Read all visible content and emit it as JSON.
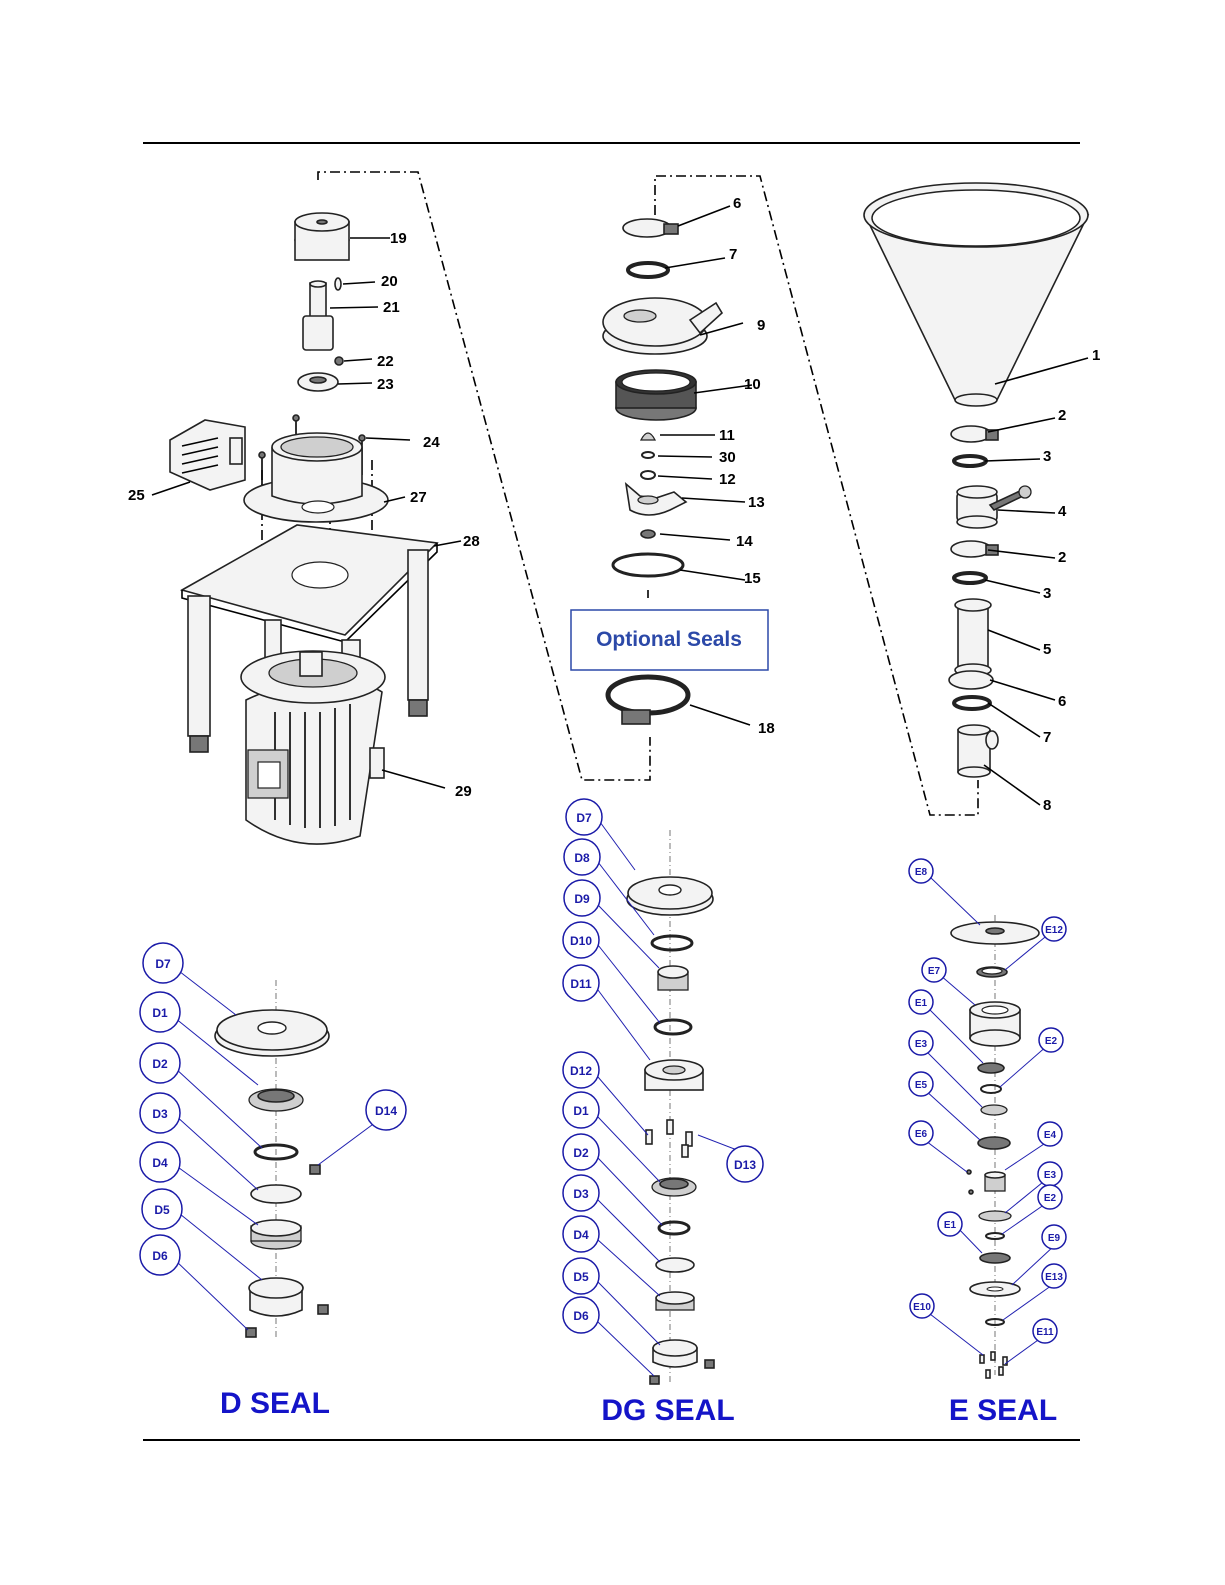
{
  "callout": {
    "optional_seals": "Optional Seals"
  },
  "sections": {
    "d_seal": "D SEAL",
    "dg_seal": "DG SEAL",
    "e_seal": "E SEAL"
  },
  "pump_parts": [
    "1",
    "2",
    "3",
    "4",
    "2",
    "3",
    "5",
    "6",
    "7",
    "8",
    "6",
    "7",
    "9",
    "10",
    "11",
    "30",
    "12",
    "13",
    "14",
    "15",
    "18",
    "19",
    "20",
    "21",
    "22",
    "23",
    "24",
    "25",
    "27",
    "28",
    "29"
  ],
  "d_seal_labels": [
    "D7",
    "D1",
    "D2",
    "D3",
    "D4",
    "D5",
    "D6",
    "D14"
  ],
  "dg_seal_labels": [
    "D7",
    "D8",
    "D9",
    "D10",
    "D11",
    "D12",
    "D1",
    "D2",
    "D3",
    "D4",
    "D5",
    "D6",
    "D13"
  ],
  "e_seal_labels": [
    "E8",
    "E12",
    "E7",
    "E1",
    "E2",
    "E3",
    "E5",
    "E4",
    "E6",
    "E3",
    "E2",
    "E1",
    "E9",
    "E13",
    "E10",
    "E11"
  ]
}
